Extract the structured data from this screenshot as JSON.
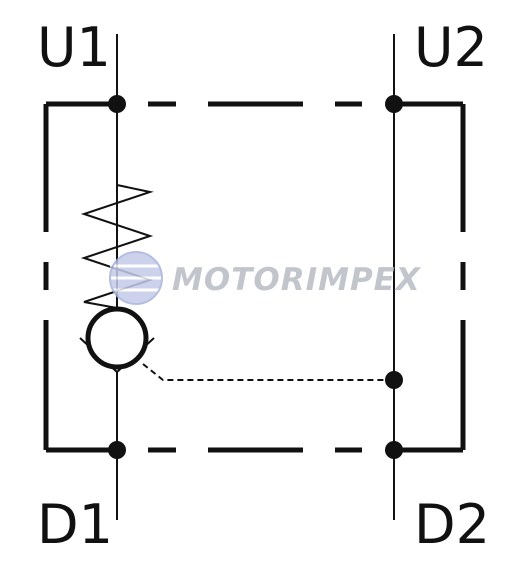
{
  "diagram": {
    "type": "hydraulic-valve-schematic",
    "ports": {
      "u1": "U1",
      "u2": "U2",
      "d1": "D1",
      "d2": "D2"
    },
    "watermark": {
      "text": "MOTORIMPEX",
      "icon": "globe-icon"
    },
    "colors": {
      "line": "#111111",
      "background": "#ffffff",
      "watermark_text": "#b9bcc4",
      "watermark_globe": "#a9b3dc"
    },
    "components": [
      "valve-housing-outline",
      "line-u1-d1",
      "line-u2-d2",
      "spring",
      "check-valve-ball",
      "check-valve-seat",
      "pilot-line",
      "junction-dots"
    ]
  }
}
